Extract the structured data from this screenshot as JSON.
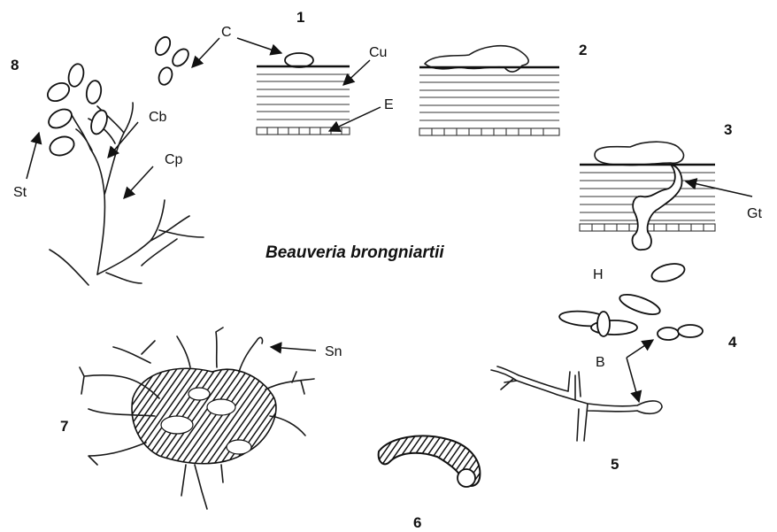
{
  "title": "Beauveria brongniartii",
  "stage_numbers": {
    "s1": "1",
    "s2": "2",
    "s3": "3",
    "s4": "4",
    "s5": "5",
    "s6": "6",
    "s7": "7",
    "s8": "8"
  },
  "labels": {
    "conidia": "C",
    "cuticle": "Cu",
    "epidermis": "E",
    "germ_tube": "Gt",
    "hyphal_body": "H",
    "blastospore": "B",
    "sterigma": "St",
    "conidiogenous_cell": "Cb",
    "conidiophore": "Cp",
    "synnema": "Sn"
  }
}
